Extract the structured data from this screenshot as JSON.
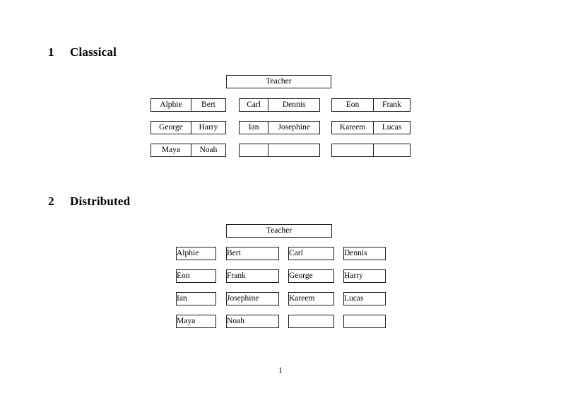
{
  "document": {
    "page_number": "1",
    "background_color": "#ffffff",
    "text_color": "#000000",
    "border_color": "#1a1a1a"
  },
  "sections": [
    {
      "number": "1",
      "title": "Classical",
      "teacher_label": "Teacher",
      "rows": [
        {
          "groups": [
            {
              "cells": [
                "Alphie",
                "Bert"
              ]
            },
            {
              "cells": [
                "Carl",
                "Dennis"
              ]
            },
            {
              "cells": [
                "Eon",
                "Frank"
              ]
            }
          ]
        },
        {
          "groups": [
            {
              "cells": [
                "George",
                "Harry"
              ]
            },
            {
              "cells": [
                "Ian",
                "Josephine"
              ]
            },
            {
              "cells": [
                "Kareem",
                "Lucas"
              ]
            }
          ]
        },
        {
          "groups": [
            {
              "cells": [
                "Maya",
                "Noah"
              ]
            },
            {
              "cells": [
                "",
                ""
              ]
            },
            {
              "cells": [
                "",
                ""
              ]
            }
          ]
        }
      ]
    },
    {
      "number": "2",
      "title": "Distributed",
      "teacher_label": "Teacher",
      "rows": [
        {
          "cells": [
            "Alphie",
            "Bert",
            "Carl",
            "Dennis"
          ]
        },
        {
          "cells": [
            "Eon",
            "Frank",
            "George",
            "Harry"
          ]
        },
        {
          "cells": [
            "Ian",
            "Josephine",
            "Kareem",
            "Lucas"
          ]
        },
        {
          "cells": [
            "Maya",
            "Noah",
            "",
            ""
          ]
        }
      ]
    }
  ]
}
